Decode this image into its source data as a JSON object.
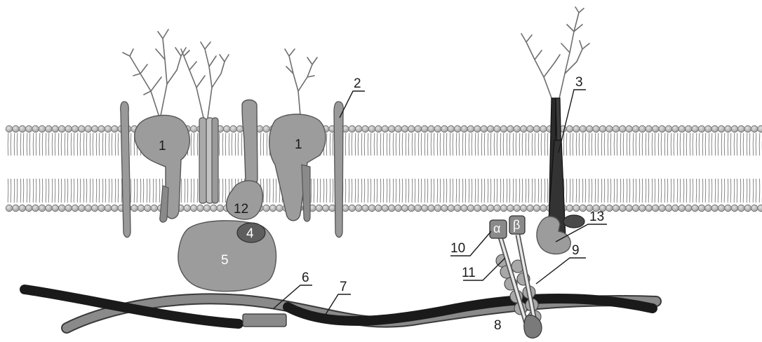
{
  "labels": {
    "n1a": "1",
    "n1b": "1",
    "n2": "2",
    "n3": "3",
    "n4": "4",
    "n5": "5",
    "n6": "6",
    "n7": "7",
    "n8": "8",
    "n9": "9",
    "n10": "10",
    "n11": "11",
    "n12": "12",
    "n13": "13",
    "alpha": "α",
    "beta": "β"
  }
}
